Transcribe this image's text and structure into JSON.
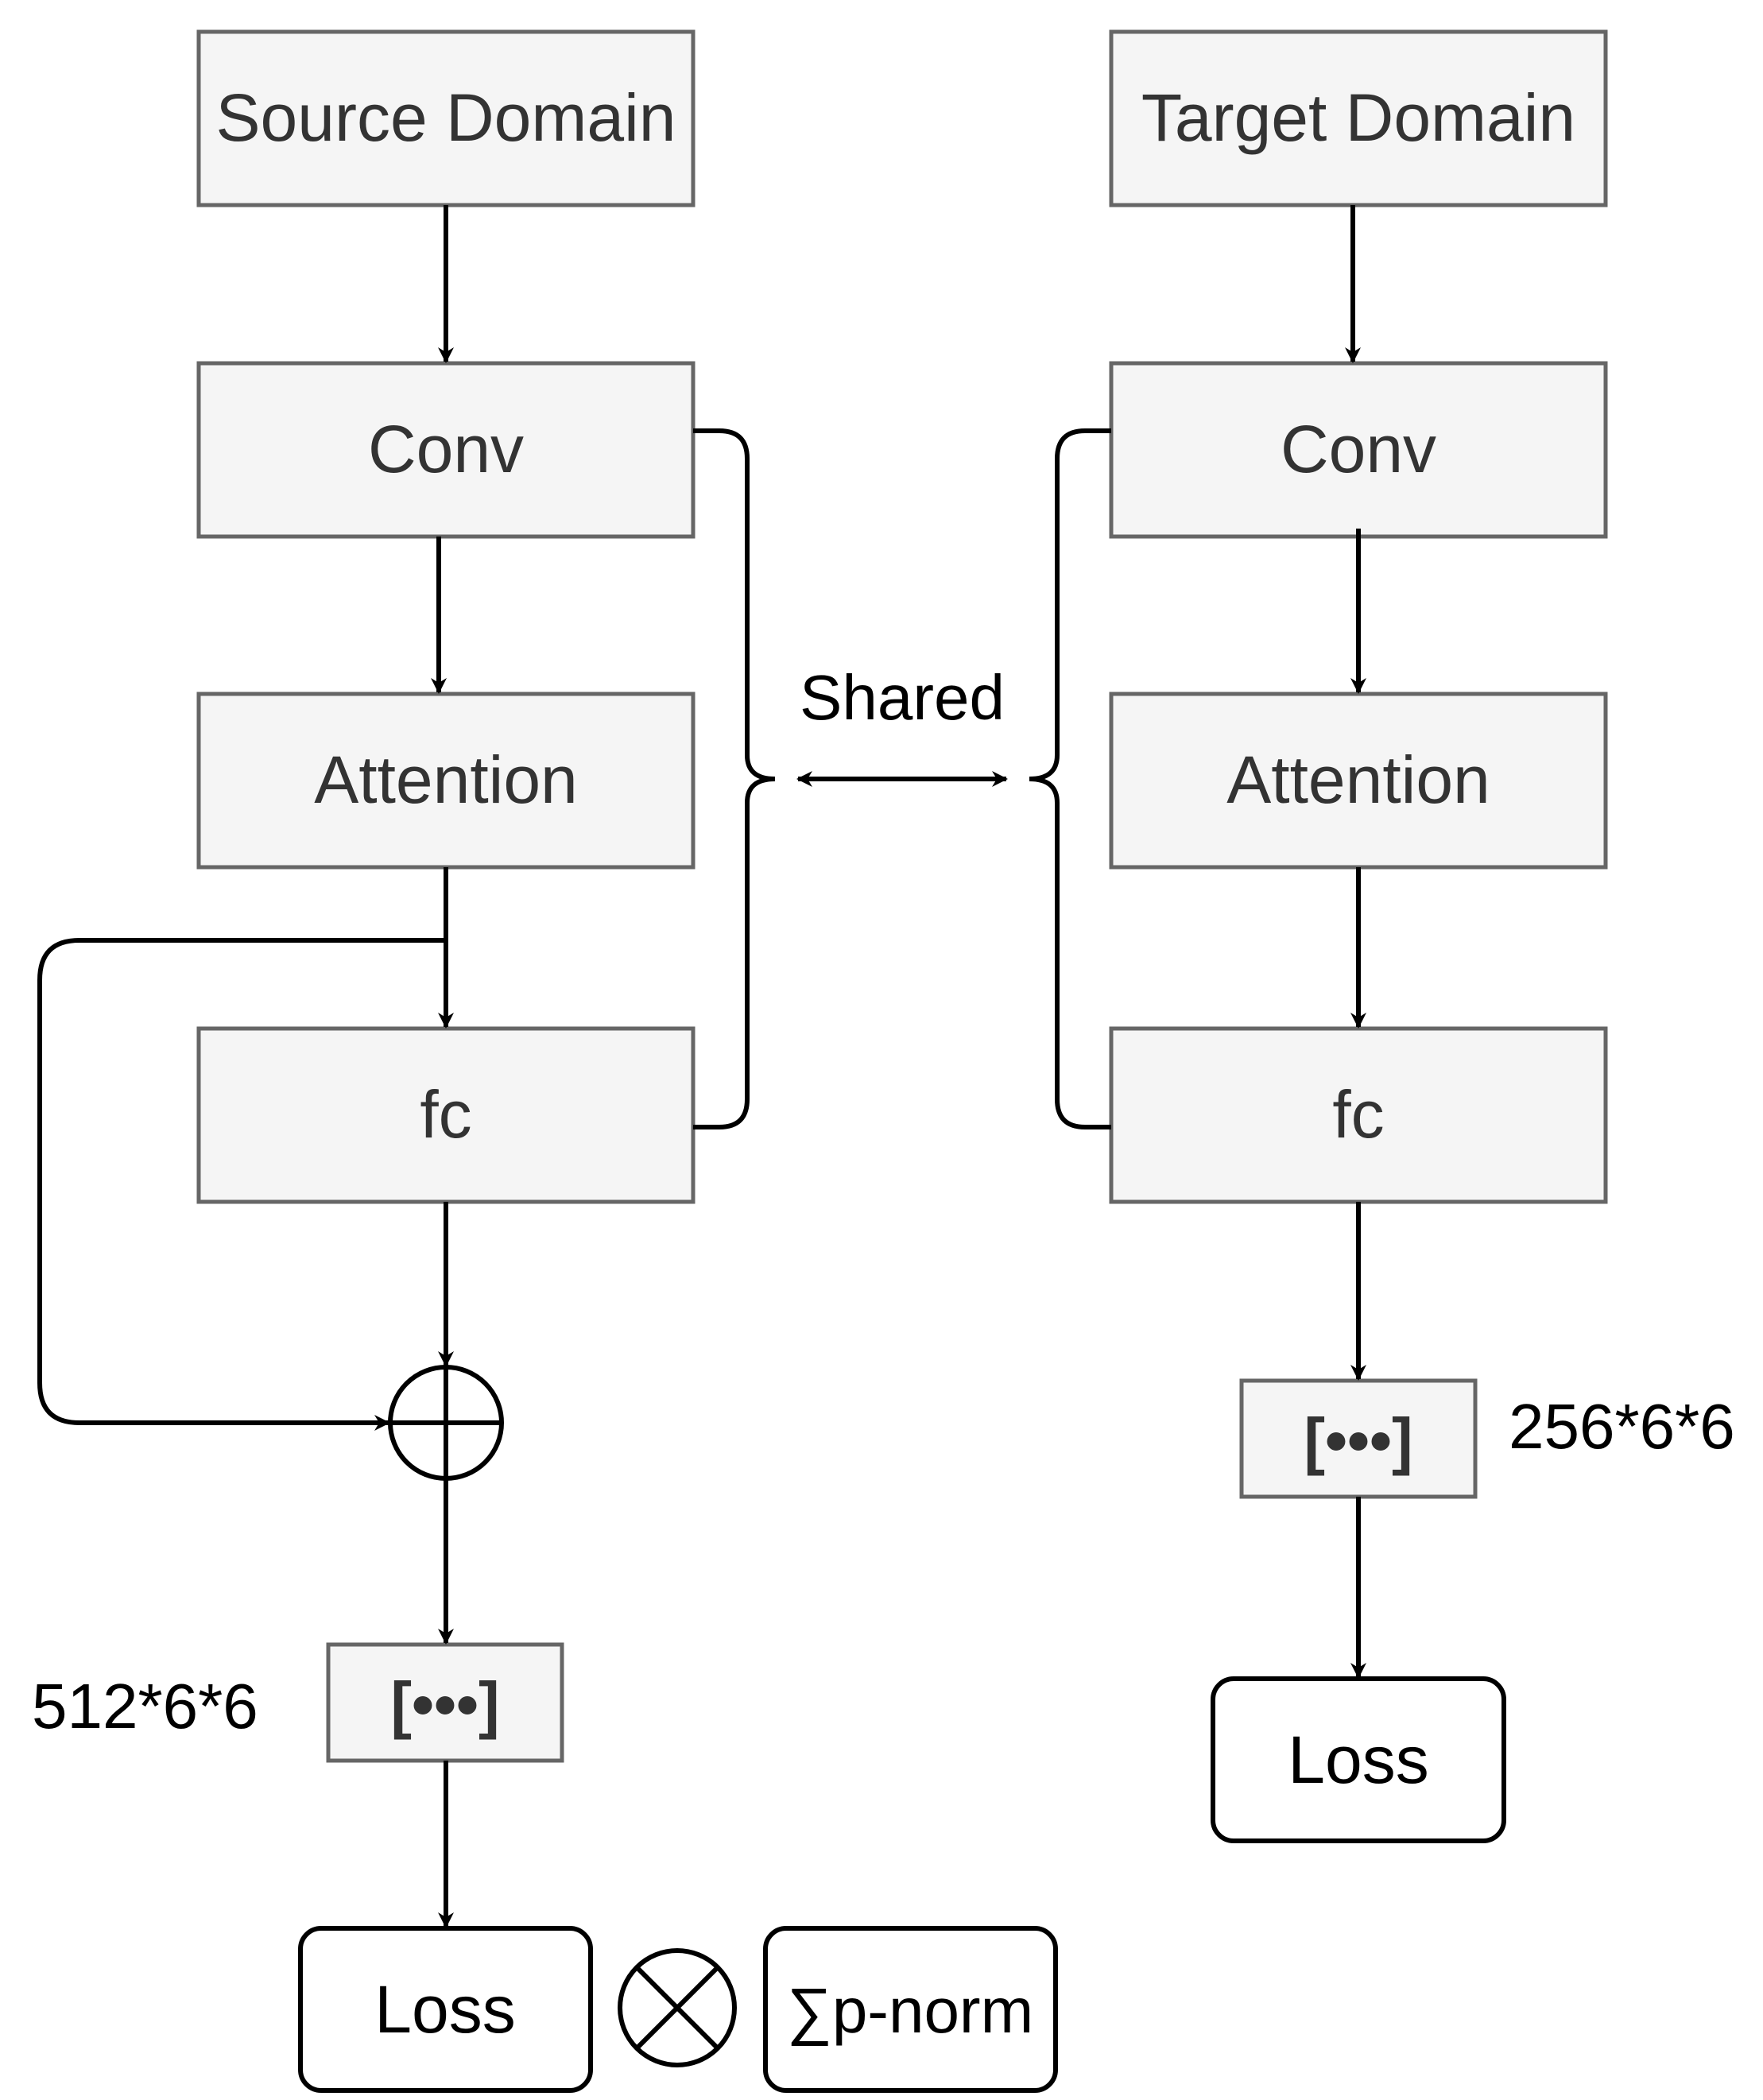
{
  "diagram": {
    "source_branch": {
      "domain_label": "Source Domain",
      "conv_label": "Conv",
      "attention_label": "Attention",
      "fc_label": "fc",
      "vector_label": "[•••]",
      "dim_label": "512*6*6",
      "loss_label": "Loss",
      "multiply_symbol": "⊗",
      "pnorm_label": "∑p-norm"
    },
    "target_branch": {
      "domain_label": "Target Domain",
      "conv_label": "Conv",
      "attention_label": "Attention",
      "fc_label": "fc",
      "vector_label": "[•••]",
      "dim_label": "256*6*6",
      "loss_label": "Loss"
    },
    "shared_label": "Shared",
    "colors": {
      "box_fill": "#f5f5f5",
      "box_stroke": "#666666",
      "line": "#000000",
      "box_text": "#333333"
    }
  }
}
